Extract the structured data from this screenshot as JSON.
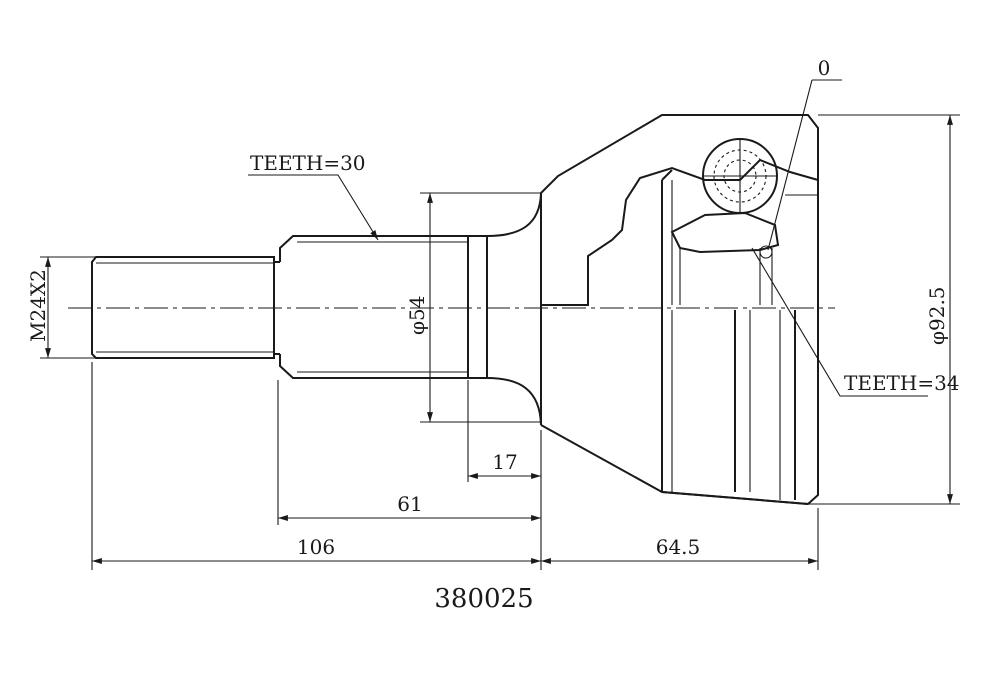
{
  "drawing": {
    "part_number": "380025",
    "dimensions": {
      "thread": "M24X2",
      "spline_diameter": "φ54",
      "outer_diameter": "φ92.5",
      "d17": "17",
      "d61": "61",
      "d106": "106",
      "d64_5": "64.5"
    },
    "callouts": {
      "teeth_shaft": "TEETH=30",
      "teeth_bore": "TEETH=34",
      "zero": "0"
    }
  }
}
